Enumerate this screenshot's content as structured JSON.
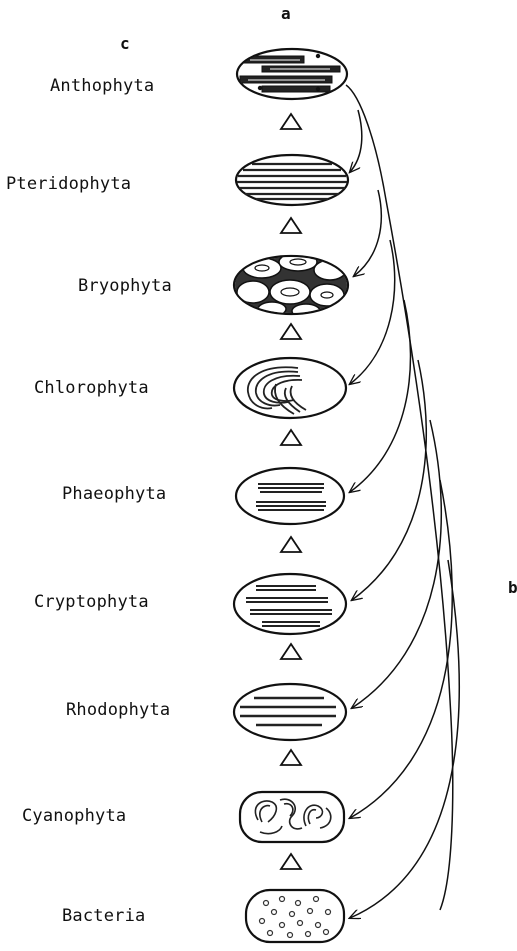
{
  "markers": {
    "a": "a",
    "b": "b",
    "c": "c"
  },
  "taxa": [
    {
      "id": "anthophyta",
      "label": "Anthophyta"
    },
    {
      "id": "pteridophyta",
      "label": "Pteridophyta"
    },
    {
      "id": "bryophyta",
      "label": "Bryophyta"
    },
    {
      "id": "chlorophyta",
      "label": "Chlorophyta"
    },
    {
      "id": "phaeophyta",
      "label": "Phaeophyta"
    },
    {
      "id": "cryptophyta",
      "label": "Cryptophyta"
    },
    {
      "id": "rhodophyta",
      "label": "Rhodophyta"
    },
    {
      "id": "cyanophyta",
      "label": "Cyanophyta"
    },
    {
      "id": "bacteria",
      "label": "Bacteria"
    }
  ]
}
